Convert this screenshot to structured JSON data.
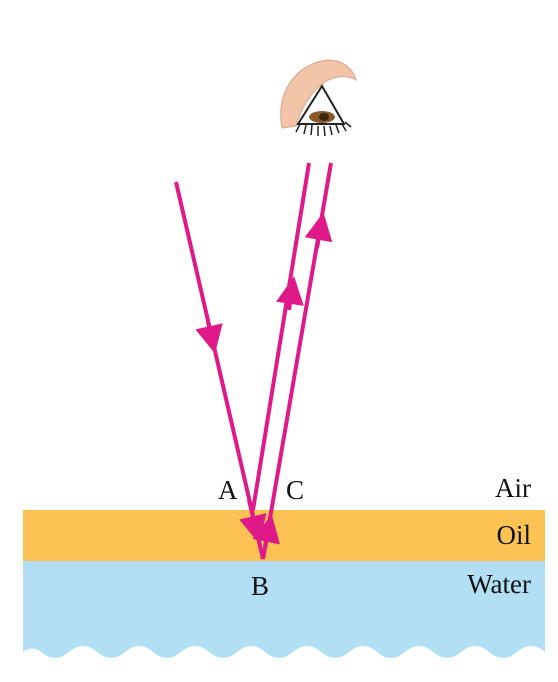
{
  "labels": {
    "point_a": "A",
    "point_c": "C",
    "point_b": "B",
    "air": "Air",
    "oil": "Oil",
    "water": "Water"
  },
  "colors": {
    "ray": "#e0198a",
    "oil": "#fcc253",
    "water": "#b2dff4",
    "skin": "#f2c4a8",
    "iris": "#8b5a2b",
    "lash": "#222222"
  },
  "icons": [
    "eye-icon"
  ]
}
